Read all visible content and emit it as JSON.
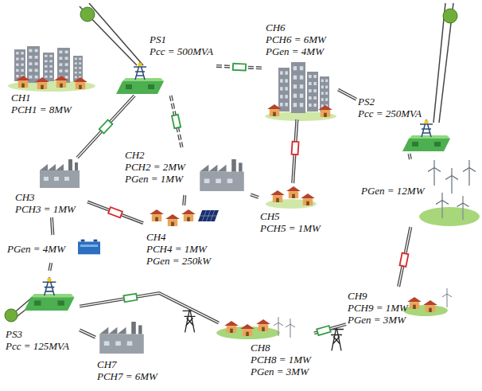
{
  "diagram": {
    "nodes": [
      {
        "text": [
          "PS1",
          "Pcc = 500MVA"
        ]
      },
      {
        "text": [
          "CH1",
          "PCH1 = 8MW"
        ]
      },
      {
        "text": [
          "CH6",
          "PCH6 = 6MW",
          "PGen = 4MW"
        ]
      },
      {
        "text": [
          "PS2",
          "Pcc = 250MVA"
        ]
      },
      {
        "text": [
          "CH2",
          "PCH2 = 2MW",
          "PGen = 1MW"
        ]
      },
      {
        "text": [
          "PGen = 12MW"
        ]
      },
      {
        "text": [
          "CH3",
          "PCH3 = 1MW"
        ]
      },
      {
        "text": [
          "CH5",
          "PCH5 = 1MW"
        ]
      },
      {
        "text": [
          "CH4",
          "PCH4 = 1MW",
          "PGen = 250kW"
        ]
      },
      {
        "text": [
          "PGen = 4MW"
        ]
      },
      {
        "text": [
          "CH9",
          "PCH9 = 1MW",
          "PGen = 3MW"
        ]
      },
      {
        "text": [
          "PS3",
          "Pcc = 125MVA"
        ]
      },
      {
        "text": [
          "CH8",
          "PCH8 = 1MW",
          "PGen = 3MW"
        ]
      },
      {
        "text": [
          "CH7",
          "PCH7 = 6MW"
        ]
      }
    ],
    "edges": [
      {
        "from": 0,
        "to": 2,
        "arrow": "none"
      },
      {
        "from": 2,
        "to": 3,
        "arrow": "none"
      },
      {
        "from": 0,
        "to": 6,
        "arrow": "none"
      },
      {
        "from": 0,
        "to": 4,
        "arrow": "none"
      },
      {
        "from": 4,
        "to": 7,
        "arrow": "none"
      },
      {
        "from": 2,
        "to": 7,
        "arrow": "none"
      },
      {
        "from": 6,
        "to": 8,
        "arrow": "none"
      },
      {
        "from": 8,
        "to": 4,
        "arrow": "none"
      },
      {
        "from": 6,
        "to": 9,
        "arrow": "none"
      },
      {
        "from": 9,
        "to": 11,
        "arrow": "none"
      },
      {
        "from": 11,
        "to": 13,
        "arrow": "none"
      },
      {
        "from": 11,
        "to": 12,
        "arrow": "none"
      },
      {
        "from": 12,
        "to": 10,
        "arrow": "none"
      },
      {
        "from": 10,
        "to": 5,
        "arrow": "none"
      },
      {
        "from": 5,
        "to": 3,
        "arrow": "none"
      }
    ]
  }
}
